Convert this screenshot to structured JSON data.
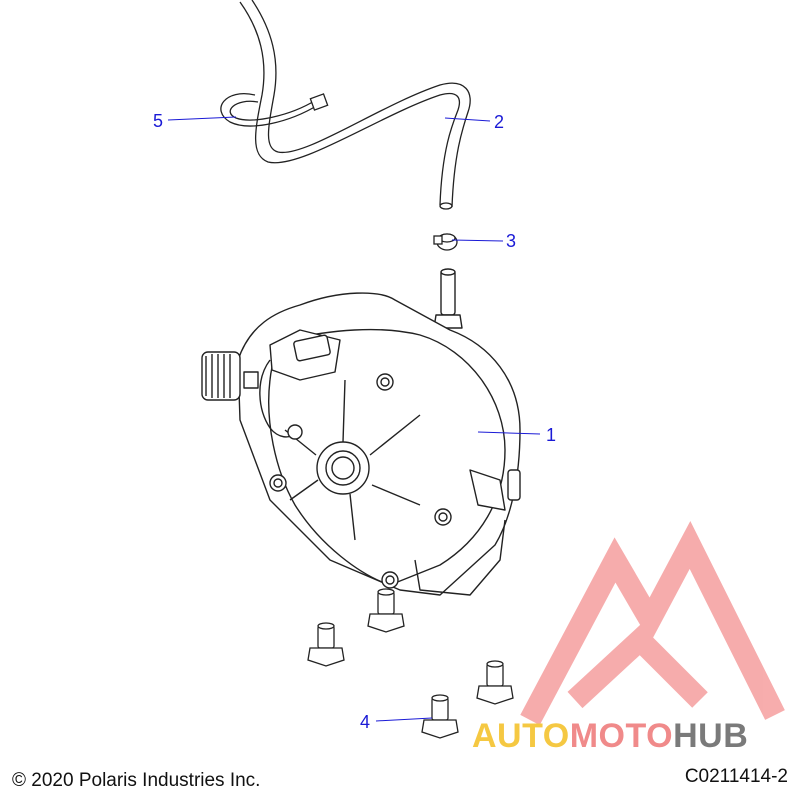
{
  "callouts": [
    {
      "id": "1",
      "label": "1"
    },
    {
      "id": "2",
      "label": "2"
    },
    {
      "id": "3",
      "label": "3"
    },
    {
      "id": "4",
      "label": "4"
    },
    {
      "id": "5",
      "label": "5"
    }
  ],
  "footer": {
    "copyright": "© 2020 Polaris Industries Inc.",
    "diagram_code": "C0211414-2"
  },
  "watermark": {
    "word_part_1": "AUTO",
    "word_part_2": "MOTO",
    "word_part_3": "HUB",
    "colors": {
      "auto": "#f5c842",
      "moto": "#f08a8a",
      "hub": "#7a7a7a",
      "triangle": "#f06a6a"
    }
  },
  "colors": {
    "callout": "#1a1ad6",
    "line_art": "#111111"
  }
}
